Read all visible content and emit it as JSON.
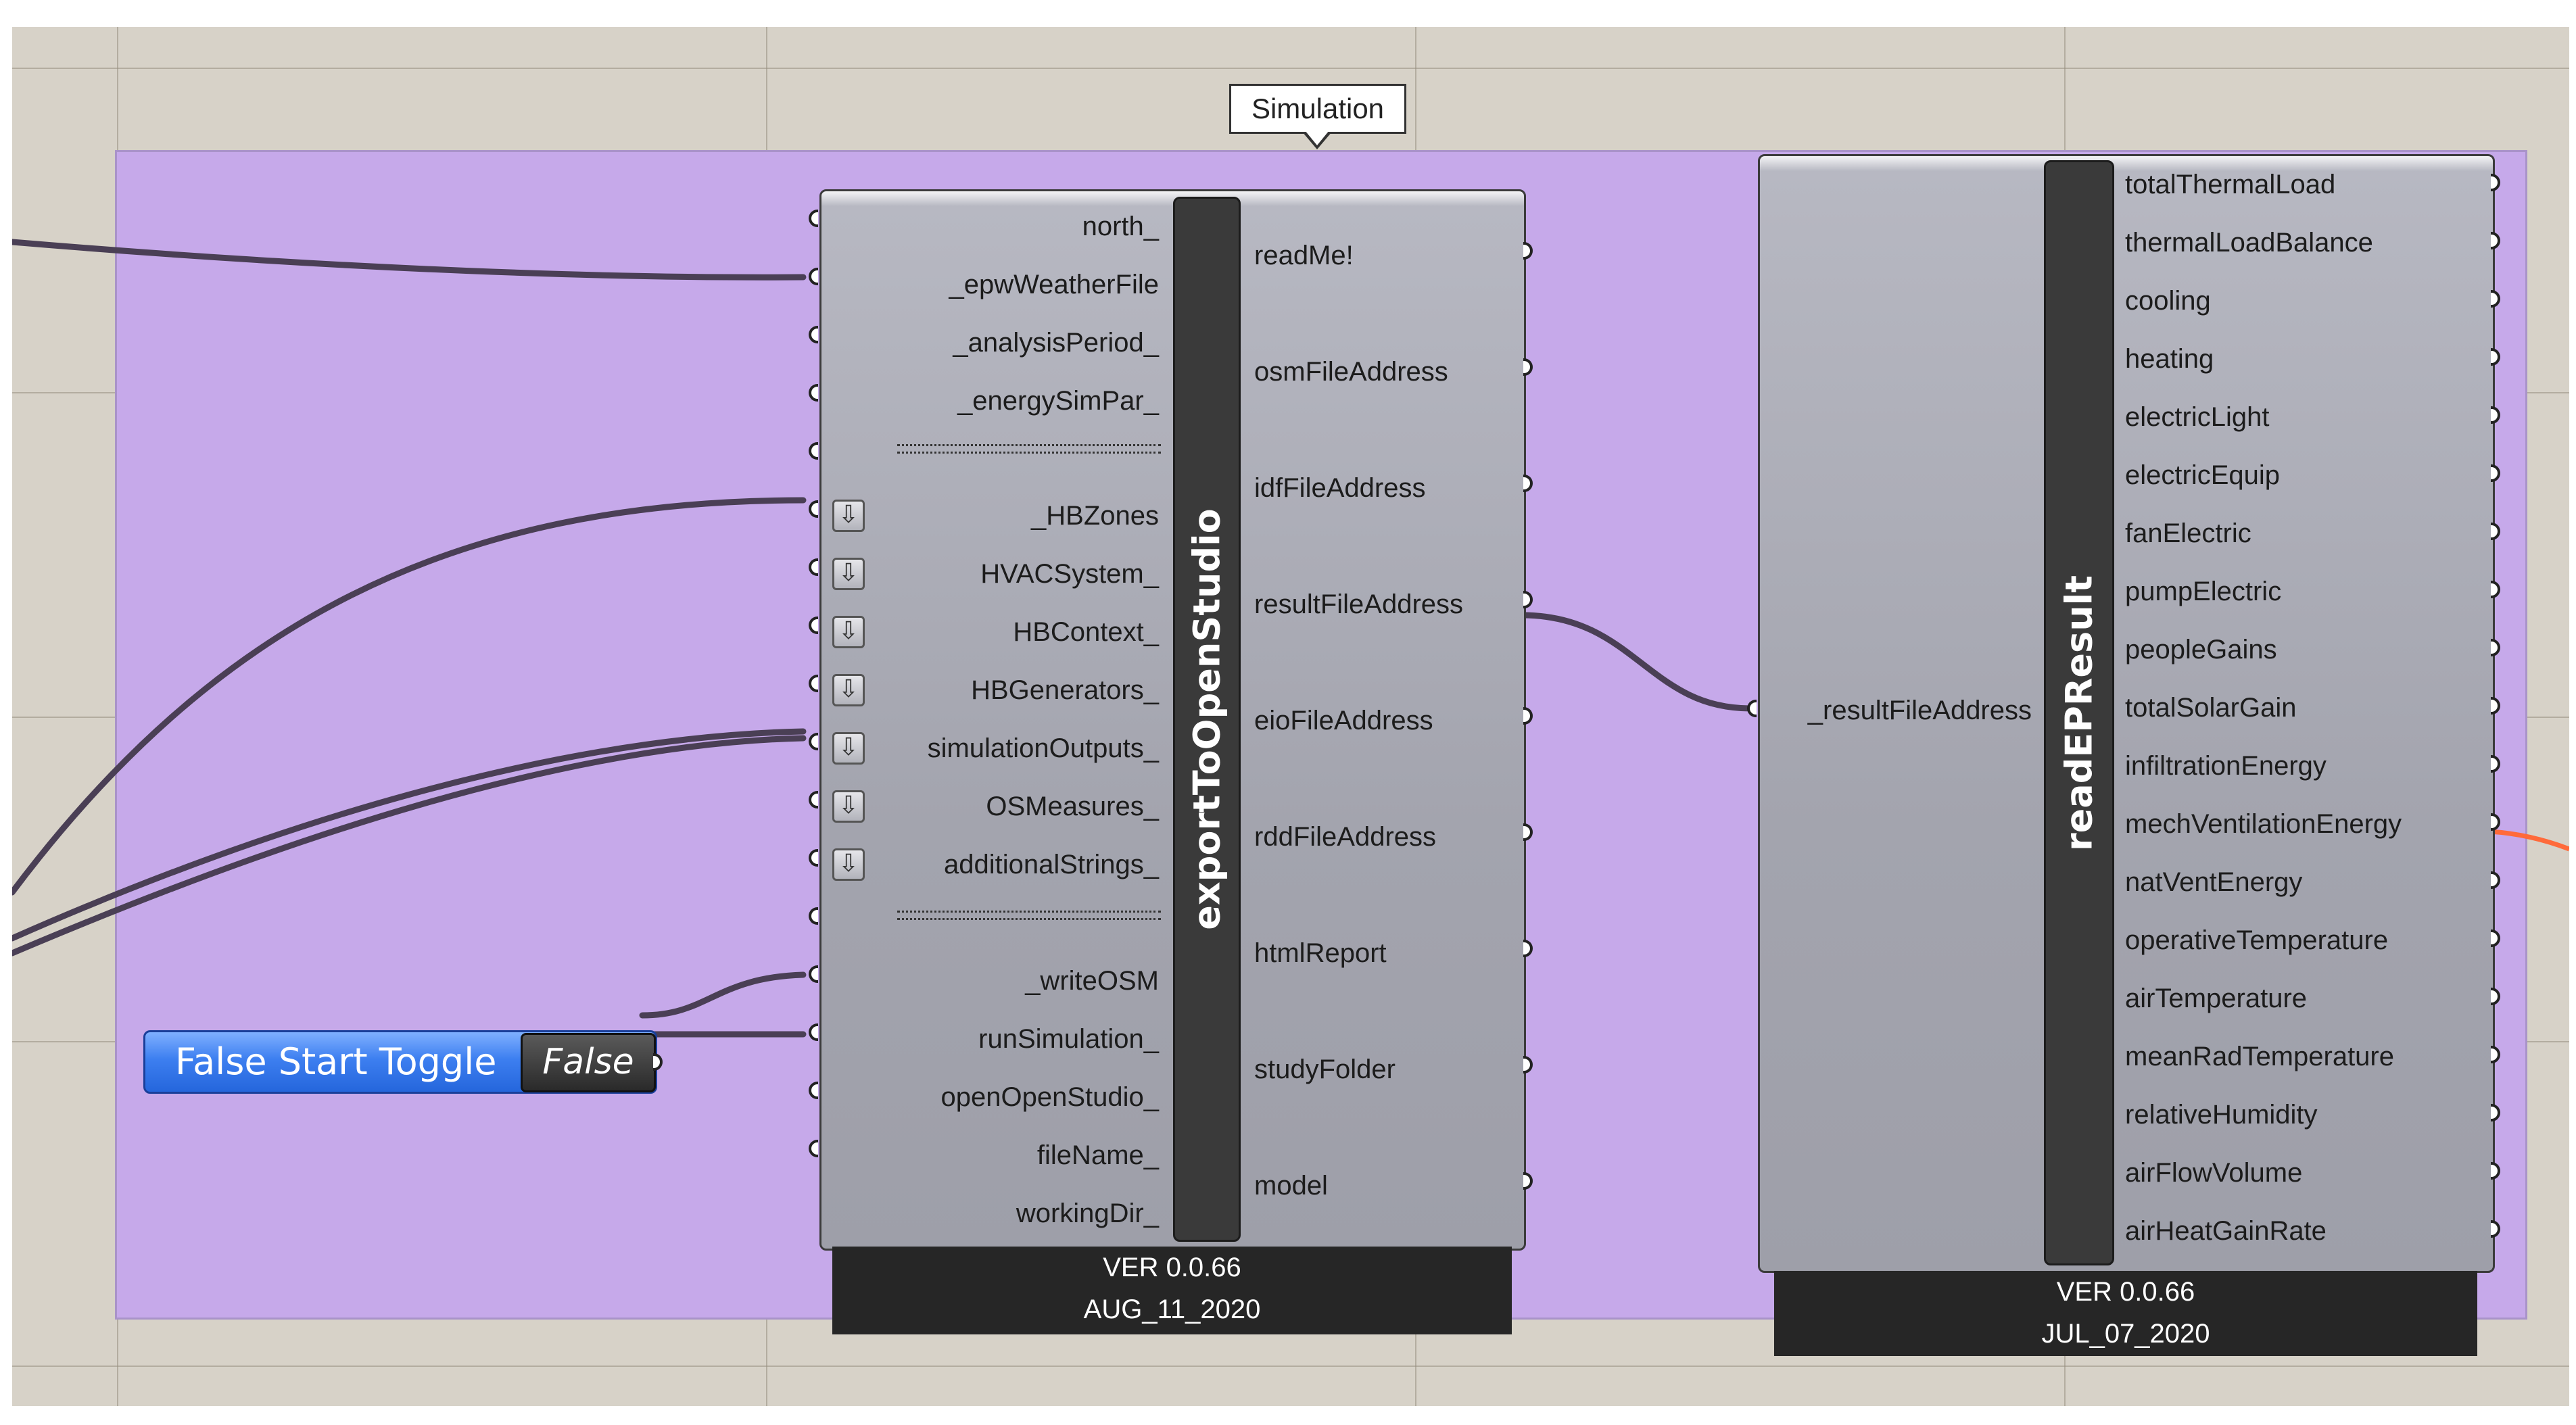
{
  "group": {
    "label": "Simulation",
    "color": "#c6a9ea"
  },
  "export_component": {
    "title": "exportToOpenStudio",
    "inputs": [
      "north_",
      "_epwWeatherFile",
      "_analysisPeriod_",
      "_energySimPar_",
      "_HBZones",
      "HVACSystem_",
      "HBContext_",
      "HBGenerators_",
      "simulationOutputs_",
      "OSMeasures_",
      "additionalStrings_",
      "_writeOSM",
      "runSimulation_",
      "openOpenStudio_",
      "fileName_",
      "workingDir_"
    ],
    "outputs": [
      "readMe!",
      "osmFileAddress",
      "idfFileAddress",
      "resultFileAddress",
      "eioFileAddress",
      "rddFileAddress",
      "htmlReport",
      "studyFolder",
      "model"
    ],
    "version": "VER 0.0.66",
    "date": "AUG_11_2020"
  },
  "read_component": {
    "title": "readEPResult",
    "inputs": [
      "_resultFileAddress"
    ],
    "outputs": [
      "totalThermalLoad",
      "thermalLoadBalance",
      "cooling",
      "heating",
      "electricLight",
      "electricEquip",
      "fanElectric",
      "pumpElectric",
      "peopleGains",
      "totalSolarGain",
      "infiltrationEnergy",
      "mechVentilationEnergy",
      "natVentEnergy",
      "operativeTemperature",
      "airTemperature",
      "meanRadTemperature",
      "relativeHumidity",
      "airFlowVolume",
      "airHeatGainRate"
    ],
    "version": "VER 0.0.66",
    "date": "JUL_07_2020"
  },
  "toggle": {
    "label": "False Start Toggle",
    "value": "False"
  },
  "colors": {
    "wire": "#4a3f55",
    "wire_active": "#ff6a3a",
    "canvas": "#d7d2c8",
    "toggle_blue": "#2f6fe8"
  },
  "icons": {
    "flatten": "down-arrow-icon"
  }
}
